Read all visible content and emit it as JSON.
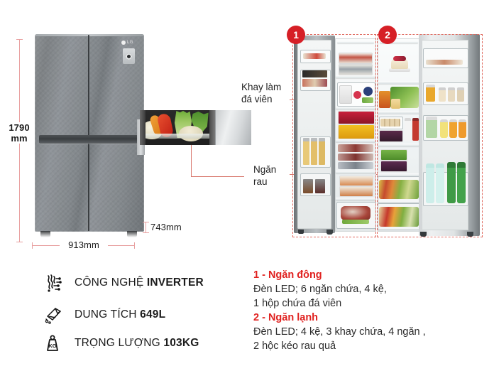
{
  "product": {
    "brand": "LG",
    "type": "side-by-side-refrigerator"
  },
  "dimensions": {
    "height": {
      "value": "1790",
      "unit": "mm",
      "line1": "1790",
      "line2": "mm"
    },
    "width": {
      "label": "913mm"
    },
    "depth": {
      "label": "743mm"
    }
  },
  "callouts": [
    {
      "id": "ice-tray",
      "line1": "Khay làm",
      "line2": "đá viên"
    },
    {
      "id": "veg-drawer",
      "line1": "Ngăn",
      "line2": "rau"
    }
  ],
  "badges": [
    {
      "id": "freezer-badge",
      "label": "1"
    },
    {
      "id": "fridge-badge",
      "label": "2"
    }
  ],
  "specs": [
    {
      "icon": "inverter-icon",
      "label_plain": "CÔNG NGHỆ ",
      "label_bold": "INVERTER"
    },
    {
      "icon": "capacity-icon",
      "label_plain": "DUNG TÍCH ",
      "label_bold": "649L"
    },
    {
      "icon": "weight-icon",
      "label_plain": "TRỌNG LƯỢNG ",
      "label_bold": "103KG"
    }
  ],
  "descriptions": [
    {
      "heading": "1 - Ngăn đông",
      "lines": [
        "Đèn LED; 6 ngăn chứa, 4 kệ,",
        "1 hộp chứa đá viên"
      ]
    },
    {
      "heading": "2 - Ngăn lạnh",
      "lines": [
        "Đèn LED; 4 kệ, 3 khay chứa, 4 ngăn ,",
        "2 hộc kéo rau quả"
      ]
    }
  ],
  "colors": {
    "accent_red": "#e0211f",
    "badge_red": "#d61f26",
    "dimension_line": "#e8a0a0",
    "connector": "#d8756b",
    "dashed_box": "#e06b60",
    "body_text": "#1c1c1c"
  }
}
